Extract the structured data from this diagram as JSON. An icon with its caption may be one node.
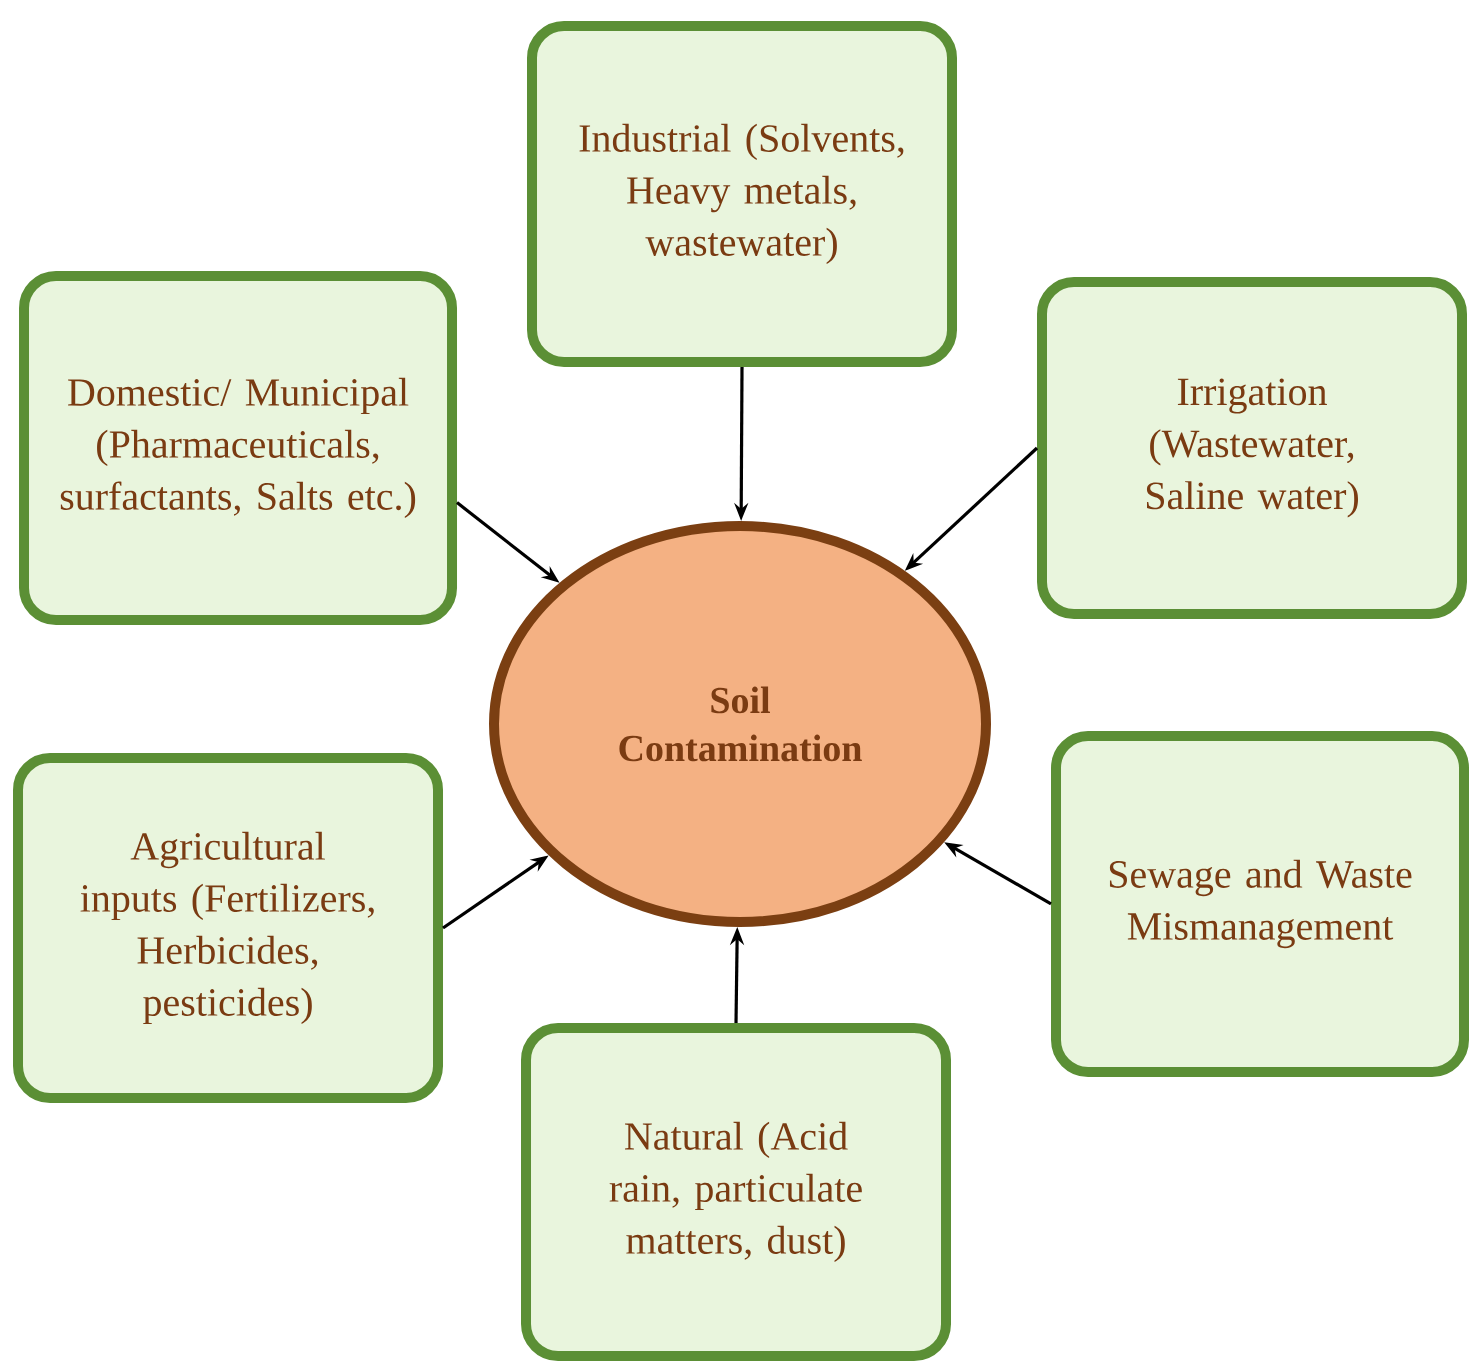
{
  "diagram": {
    "nodes": [
      {
        "text": [
          "Industrial (Solvents, Heavy metals, wastewater)"
        ]
      },
      {
        "text": [
          "Domestic/ Municipal (Pharmaceuticals, surfactants, Salts etc.)"
        ]
      },
      {
        "text": [
          "Irrigation (Wastewater, Saline water)"
        ]
      },
      {
        "text": [
          "Soil Contamination"
        ]
      },
      {
        "text": [
          "Agricultural inputs (Fertilizers, Herbicides, pesticides)"
        ]
      },
      {
        "text": [
          "Sewage and Waste Mismanagement"
        ]
      },
      {
        "text": [
          "Natural (Acid rain, particulate matters, dust)"
        ]
      }
    ],
    "edges": [
      {
        "from": 0,
        "to": 3,
        "arrow": "to"
      },
      {
        "from": 1,
        "to": 3,
        "arrow": "to"
      },
      {
        "from": 2,
        "to": 3,
        "arrow": "to"
      },
      {
        "from": 4,
        "to": 3,
        "arrow": "to"
      },
      {
        "from": 5,
        "to": 3,
        "arrow": "to"
      },
      {
        "from": 6,
        "to": 3,
        "arrow": "to"
      }
    ]
  }
}
